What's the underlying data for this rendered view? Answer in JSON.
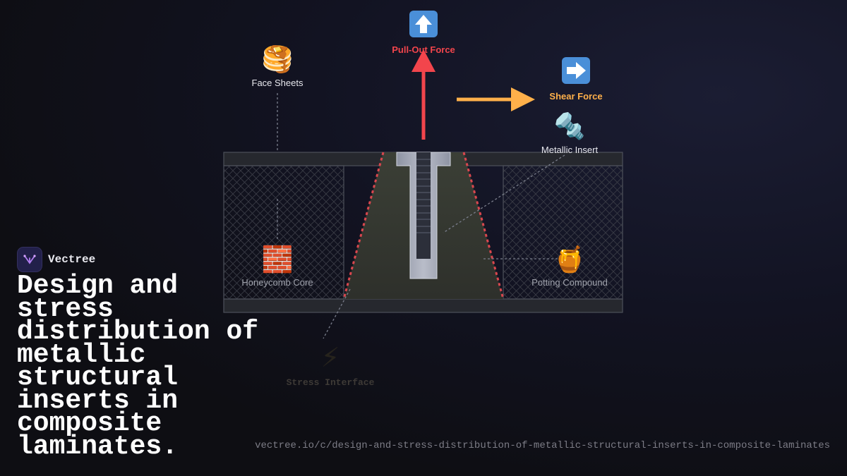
{
  "brand": {
    "name": "Vectree"
  },
  "headline": "Design and stress distribution of metallic structural inserts in composite laminates.",
  "url": "vectree.io/c/design-and-stress-distribution-of-metallic-structural-inserts-in-composite-laminates",
  "diagram": {
    "labels": {
      "face_sheets": "Face Sheets",
      "pull_out_force": "Pull-Out Force",
      "shear_force": "Shear Force",
      "metallic_insert": "Metallic Insert",
      "honeycomb_core": "Honeycomb Core",
      "potting_compound": "Potting Compound",
      "stress_interface": "Stress Interface"
    },
    "icons": {
      "face_sheets": "pancakes-icon",
      "pull_out_force": "up-arrow-icon",
      "shear_force": "right-arrow-icon",
      "metallic_insert": "nut-and-bolt-icon",
      "honeycomb_core": "brick-icon",
      "potting_compound": "honey-pot-icon",
      "stress_interface": "lightning-icon"
    },
    "colors": {
      "pull_out_force": "#f2454c",
      "shear_force": "#ffb04a",
      "stress_interface_edge": "#d9474e"
    }
  }
}
